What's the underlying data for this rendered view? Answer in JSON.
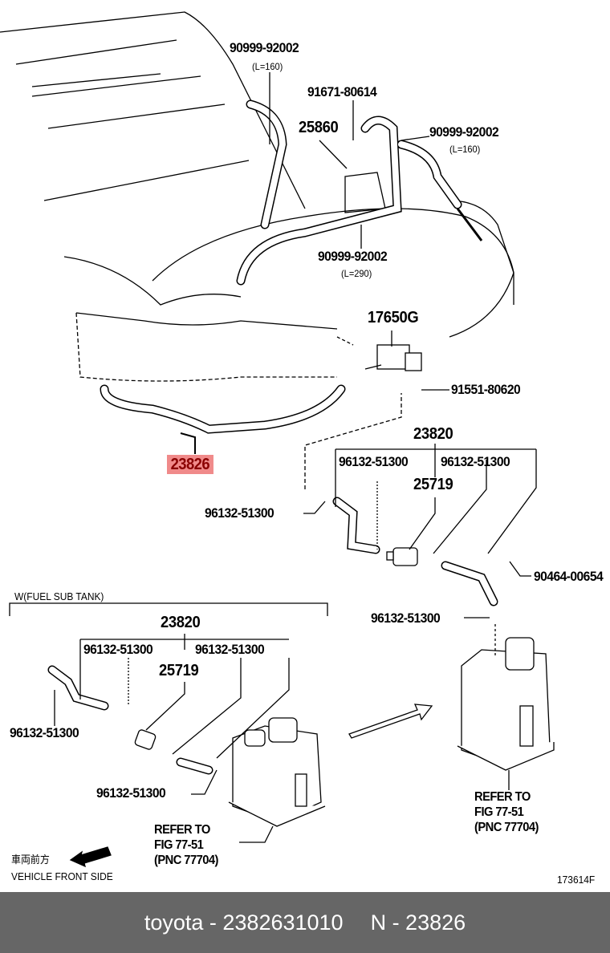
{
  "labels": {
    "hose_top_left": "90999-92002",
    "hose_top_left_len": "(L=160)",
    "bolt": "91671-80614",
    "bracket": "25860",
    "hose_top_right": "90999-92002",
    "hose_top_right_len": "(L=160)",
    "hose_mid": "90999-92002",
    "hose_mid_len": "(L=290)",
    "vsv": "17650G",
    "bolt_vsv": "91551-80620",
    "selected_part": "23826",
    "filter_assy": "23820",
    "clamp_a": "96132-51300",
    "clamp_b": "96132-51300",
    "filter": "25719",
    "clamp_c": "96132-51300",
    "clip": "90464-00654",
    "clamp_d": "96132-51300",
    "sub_tank_title": "W(FUEL SUB TANK)",
    "sub_filter_assy": "23820",
    "sub_clamp_a": "96132-51300",
    "sub_clamp_b": "96132-51300",
    "sub_filter": "25719",
    "sub_clamp_c": "96132-51300",
    "sub_clamp_d": "96132-51300",
    "refer_left": [
      "REFER TO",
      "FIG 77-51",
      "(PNC 77704)"
    ],
    "refer_right": [
      "REFER TO",
      "FIG 77-51",
      "(PNC 77704)"
    ],
    "front_jp": "車両前方",
    "front_en": "VEHICLE FRONT SIDE",
    "figure_id": "173614F"
  },
  "footer": {
    "brand_part": "toyota - 2382631010",
    "ref": "N - 23826"
  },
  "colors": {
    "highlight": "#f08a8a",
    "footer_bg": "#666666"
  }
}
